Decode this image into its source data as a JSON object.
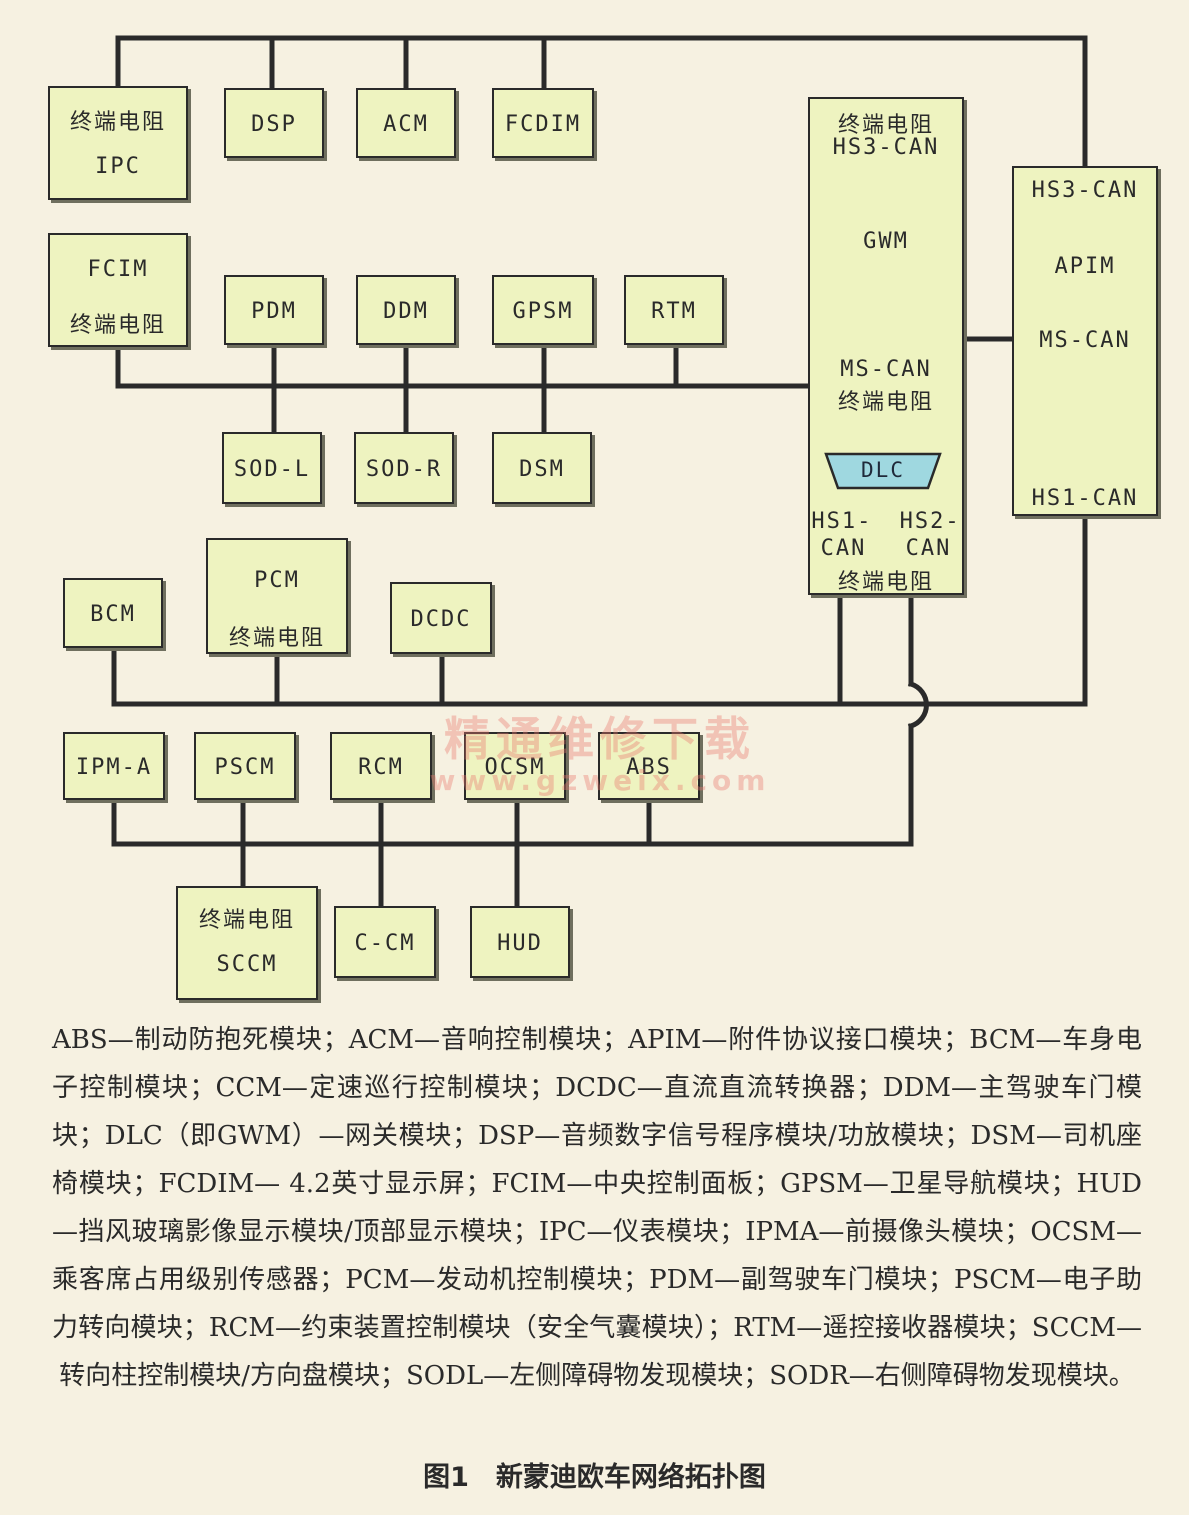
{
  "diagram": {
    "modules": {
      "ipc": {
        "line1": "终端电阻",
        "line2": "IPC"
      },
      "dsp": {
        "label": "DSP"
      },
      "acm": {
        "label": "ACM"
      },
      "fcdim": {
        "label": "FCDIM"
      },
      "fcim": {
        "line1": "FCIM",
        "line2": "终端电阻"
      },
      "pdm": {
        "label": "PDM"
      },
      "ddm": {
        "label": "DDM"
      },
      "gpsm": {
        "label": "GPSM"
      },
      "rtm": {
        "label": "RTM"
      },
      "sodl": {
        "label": "SOD-L"
      },
      "sodr": {
        "label": "SOD-R"
      },
      "dsm": {
        "label": "DSM"
      },
      "gwm": {
        "line1": "终端电阻",
        "line2": "HS3-CAN",
        "line3": "GWM",
        "line4": "MS-CAN",
        "line5": "终端电阻",
        "dlc": "DLC",
        "line6a": "HS1-",
        "line6b": "HS2-",
        "line7a": "CAN",
        "line7b": "CAN",
        "line8": "终端电阻"
      },
      "apim": {
        "line1": "HS3-CAN",
        "line2": "APIM",
        "line3": "MS-CAN",
        "line4": "HS1-CAN"
      },
      "bcm": {
        "label": "BCM"
      },
      "pcm": {
        "line1": "PCM",
        "line2": "终端电阻"
      },
      "dcdc": {
        "label": "DCDC"
      },
      "ipma": {
        "label": "IPM-A"
      },
      "pscm": {
        "label": "PSCM"
      },
      "rcm": {
        "label": "RCM"
      },
      "ocsm": {
        "label": "OCSM"
      },
      "abs": {
        "label": "ABS"
      },
      "sccm": {
        "line1": "终端电阻",
        "line2": "SCCM"
      },
      "ccm": {
        "label": "C-CM"
      },
      "hud": {
        "label": "HUD"
      }
    },
    "colors": {
      "module_fill": "#eef3c0",
      "dlc_fill": "#9fd8e0",
      "wire": "#2a2a2a",
      "background": "#f6f1e1"
    }
  },
  "watermark": {
    "line1": "精通维修下载",
    "line2": "www.gzweix.com"
  },
  "legend": "ABS—制动防抱死模块；ACM—音响控制模块；APIM—附件协议接口模块；BCM—车身电子控制模块；CCM—定速巡行控制模块；DCDC—直流直流转换器；DDM—主驾驶车门模块；DLC（即GWM）—网关模块；DSP—音频数字信号程序模块/功放模块；DSM—司机座椅模块；FCDIM— 4.2英寸显示屏；FCIM—中央控制面板；GPSM—卫星导航模块；HUD—挡风玻璃影像显示模块/顶部显示模块；IPC—仪表模块；IPMA—前摄像头模块；OCSM—乘客席占用级别传感器；PCM—发动机控制模块；PDM—副驾驶车门模块；PSCM—电子助力转向模块；RCM—约束装置控制模块（安全气囊模块）；RTM—遥控接收器模块；SCCM—转向柱控制模块/方向盘模块；SODL—左侧障碍物发现模块；SODR—右侧障碍物发现模块。",
  "caption": "图1　新蒙迪欧车网络拓扑图"
}
